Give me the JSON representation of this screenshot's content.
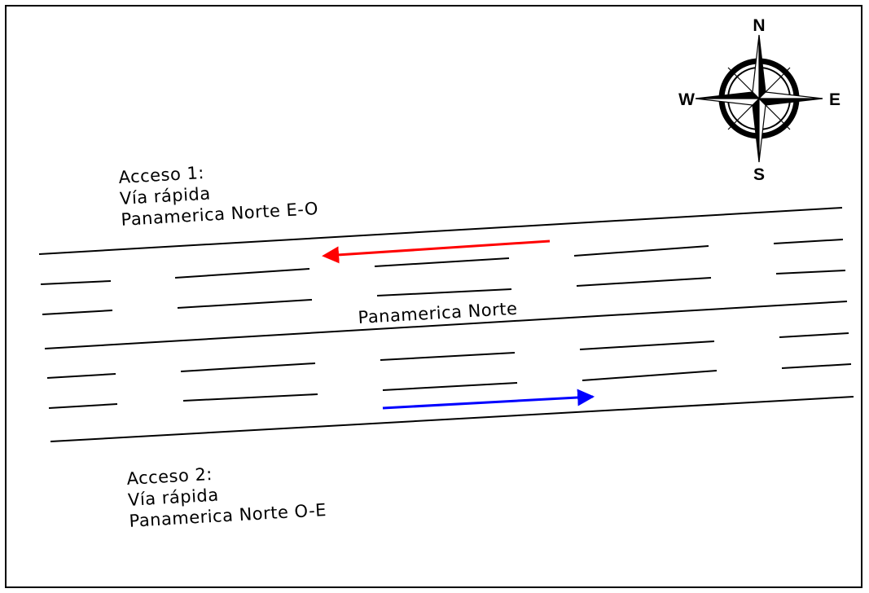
{
  "access_1": {
    "line1": "Acceso 1:",
    "line2": "Vía rápida",
    "line3": "Panamerica Norte E-O"
  },
  "access_2": {
    "line1": "Acceso 2:",
    "line2": "Vía rápida",
    "line3": "Panamerica Norte O-E"
  },
  "median_label": "Panamerica Norte",
  "compass": {
    "north": "N",
    "south": "S",
    "east": "E",
    "west": "W"
  },
  "colors": {
    "westbound_arrow": "#ff0000",
    "eastbound_arrow": "#0000ff"
  }
}
